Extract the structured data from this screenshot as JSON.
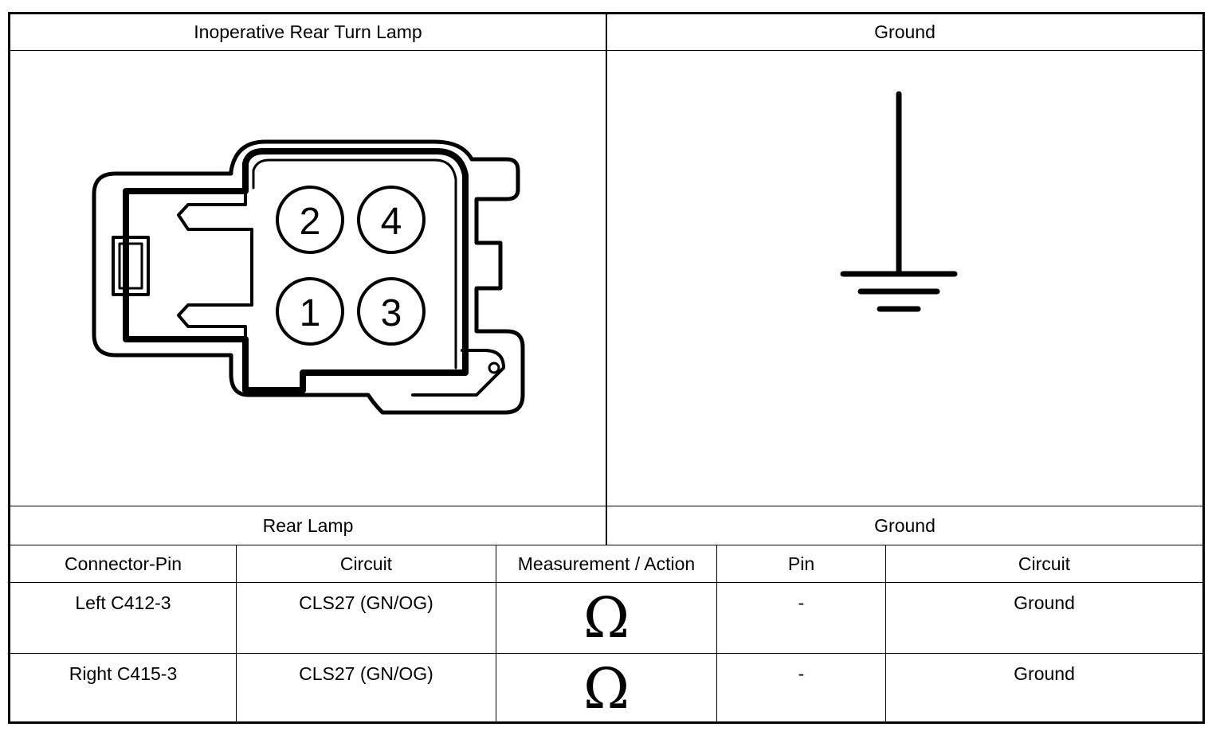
{
  "top_headers": {
    "left": "Inoperative Rear Turn Lamp",
    "right": "Ground"
  },
  "connector": {
    "pins": [
      "2",
      "4",
      "1",
      "3"
    ]
  },
  "section_headers": {
    "left": "Rear Lamp",
    "right": "Ground"
  },
  "table": {
    "columns": [
      "Connector-Pin",
      "Circuit",
      "Measurement / Action",
      "Pin",
      "Circuit"
    ],
    "rows": [
      {
        "connector_pin": "Left C412-3",
        "circuit": "CLS27 (GN/OG)",
        "measurement_symbol": "Ω",
        "pin": "-",
        "to_circuit": "Ground"
      },
      {
        "connector_pin": "Right C415-3",
        "circuit": "CLS27 (GN/OG)",
        "measurement_symbol": "Ω",
        "pin": "-",
        "to_circuit": "Ground"
      }
    ]
  },
  "icons": {
    "connector": "connector-face-icon",
    "ground": "ground-symbol-icon",
    "ohmmeter": "ohm-icon"
  }
}
